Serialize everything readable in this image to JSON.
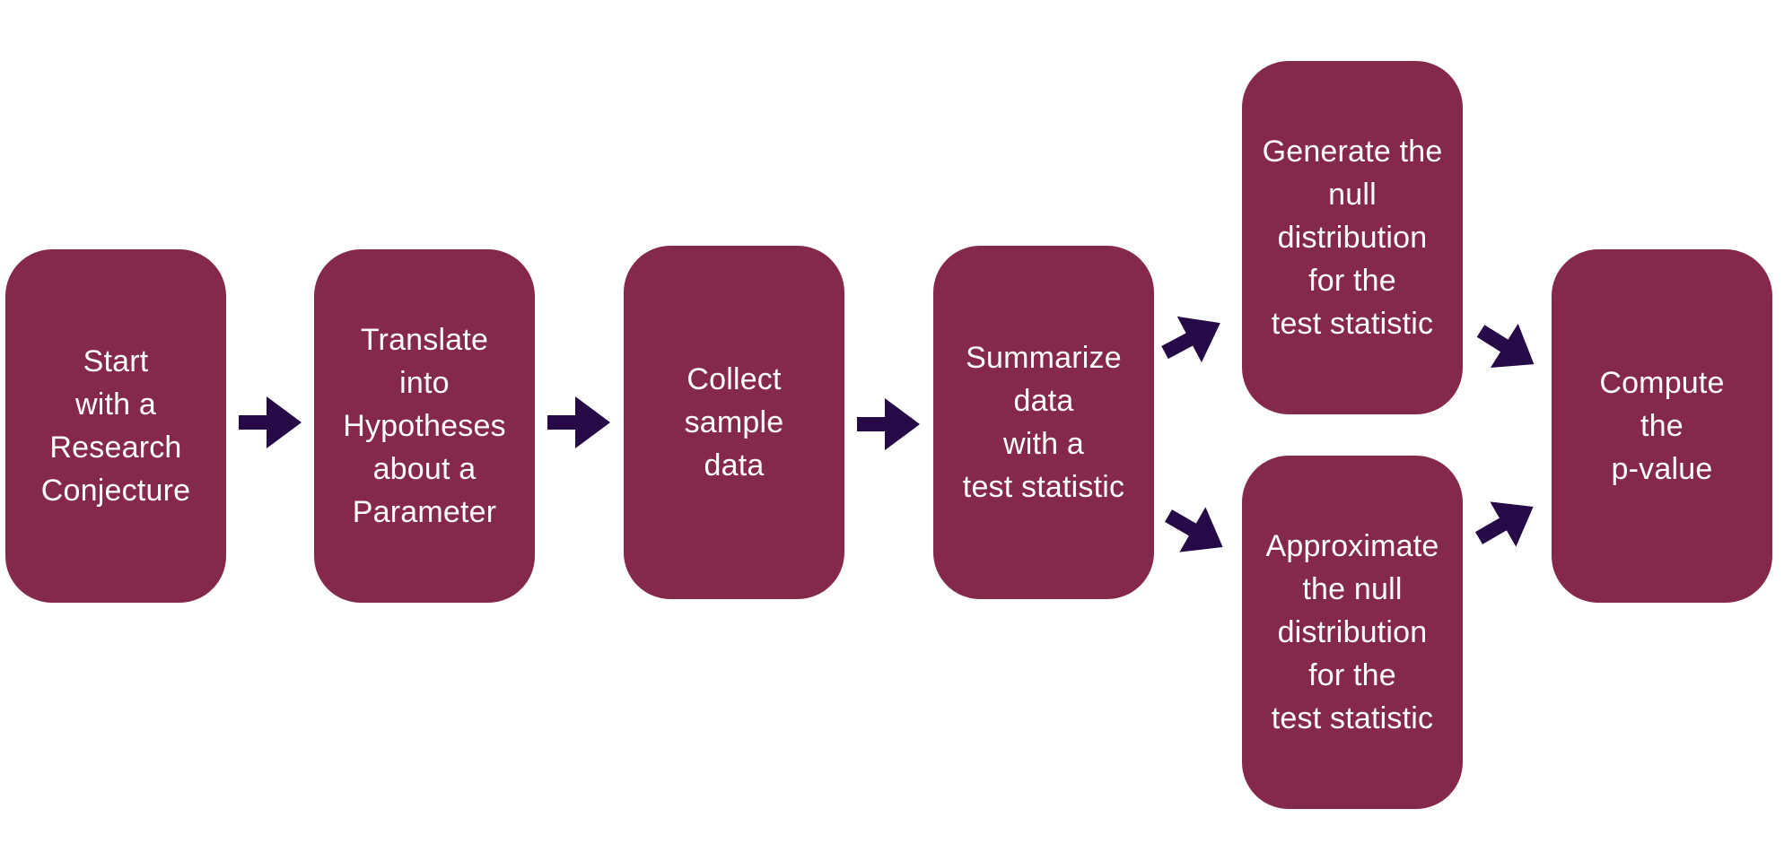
{
  "colors": {
    "box_fill": "#84294c",
    "box_text": "#ffffff",
    "arrow": "#260a48",
    "background": "#ffffff"
  },
  "steps": [
    {
      "id": "start",
      "label": "Start\nwith a\nResearch\nConjecture"
    },
    {
      "id": "translate",
      "label": "Translate\ninto\nHypotheses\nabout a\nParameter"
    },
    {
      "id": "collect",
      "label": "Collect\nsample\ndata"
    },
    {
      "id": "summarize",
      "label": "Summarize\ndata\nwith a\ntest statistic"
    },
    {
      "id": "generate",
      "label": "Generate the\nnull\ndistribution\nfor the\ntest statistic"
    },
    {
      "id": "approximate",
      "label": "Approximate\nthe null\ndistribution\nfor the\ntest statistic"
    },
    {
      "id": "compute",
      "label": "Compute\nthe\np-value"
    }
  ],
  "connections": [
    {
      "from": "start",
      "to": "translate"
    },
    {
      "from": "translate",
      "to": "collect"
    },
    {
      "from": "collect",
      "to": "summarize"
    },
    {
      "from": "summarize",
      "to": "generate"
    },
    {
      "from": "summarize",
      "to": "approximate"
    },
    {
      "from": "generate",
      "to": "compute"
    },
    {
      "from": "approximate",
      "to": "compute"
    }
  ]
}
